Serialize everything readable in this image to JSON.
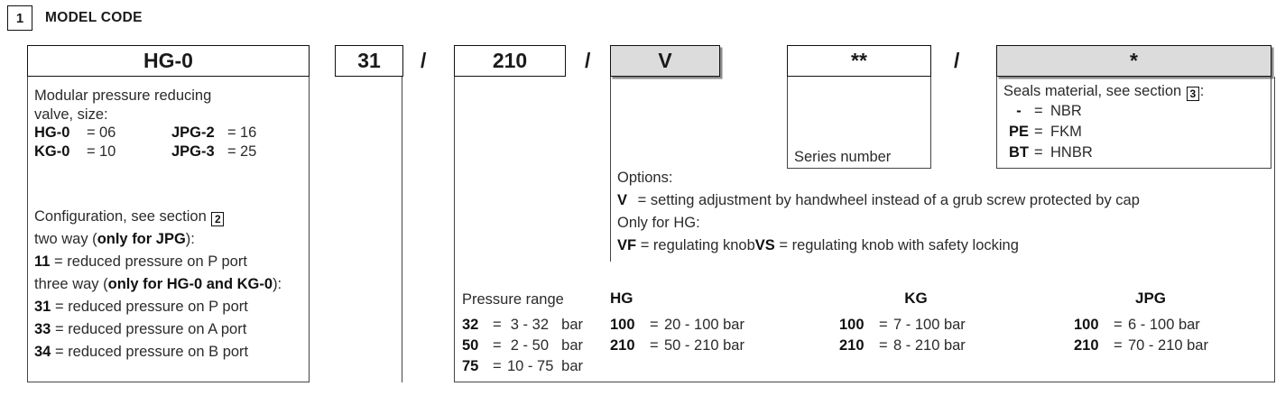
{
  "section": {
    "number": "1",
    "title": "MODEL CODE"
  },
  "colors": {
    "shade": "#dcdcdc",
    "line": "#444444",
    "text": "#2b2b2b"
  },
  "code_boxes": [
    {
      "name": "model",
      "value": "HG-0",
      "shaded": false
    },
    {
      "name": "configuration",
      "value": "31",
      "shaded": false
    },
    {
      "name": "pressure-range",
      "value": "210",
      "shaded": false
    },
    {
      "name": "options",
      "value": "V",
      "shaded": true
    },
    {
      "name": "series-number",
      "value": "**",
      "shaded": false
    },
    {
      "name": "seals-material",
      "value": "*",
      "shaded": true
    }
  ],
  "separators": {
    "slash": "/"
  },
  "model": {
    "description_line1": "Modular pressure reducing",
    "description_line2": "valve, size:",
    "sizes": [
      {
        "code": "HG-0",
        "eq": "=",
        "value": "06",
        "code2": "JPG-2",
        "eq2": "=",
        "value2": "16"
      },
      {
        "code": "KG-0",
        "eq": "=",
        "value": "10",
        "code2": "JPG-3",
        "eq2": "=",
        "value2": "25"
      }
    ]
  },
  "configuration": {
    "heading_pre": "Configuration, see section",
    "heading_ref": "2",
    "two_way_label_pre": "two way (",
    "two_way_label_bold": "only for JPG",
    "two_way_label_post": "):",
    "two_way_items": [
      {
        "code": "11",
        "eq": "=",
        "text": "reduced pressure on P port"
      }
    ],
    "three_way_label_pre": "three way (",
    "three_way_label_bold": "only for HG-0 and KG-0",
    "three_way_label_post": "):",
    "three_way_items": [
      {
        "code": "31",
        "eq": "=",
        "text": "reduced pressure on P port"
      },
      {
        "code": "33",
        "eq": "=",
        "text": "reduced pressure on A port"
      },
      {
        "code": "34",
        "eq": "=",
        "text": "reduced pressure on B port"
      }
    ]
  },
  "options": {
    "heading": "Options:",
    "items": [
      {
        "code": "V",
        "eq": "=",
        "text": "setting adjustment by handwheel instead of a grub screw protected by cap"
      }
    ],
    "only_for": "Only for HG:",
    "knob_code1": "VF",
    "knob_eq1": "= regulating knob",
    "knob_code2": "VS",
    "knob_eq2": "= regulating knob with safety locking"
  },
  "series": {
    "label": "Series number"
  },
  "seals": {
    "heading_pre": "Seals material, see section",
    "heading_ref": "3",
    "heading_post": ":",
    "items": [
      {
        "code": "-",
        "eq": "=",
        "text": "NBR"
      },
      {
        "code": "PE",
        "eq": "=",
        "text": "FKM"
      },
      {
        "code": "BT",
        "eq": "=",
        "text": "HNBR"
      }
    ]
  },
  "pressure": {
    "label": "Pressure range",
    "columns": [
      {
        "head": "HG",
        "left": [
          {
            "code": "32",
            "eq": "=",
            "range": "3 - 32",
            "unit": "bar"
          },
          {
            "code": "50",
            "eq": "=",
            "range": "2 - 50",
            "unit": "bar"
          },
          {
            "code": "75",
            "eq": "=",
            "range": "10 - 75",
            "unit": "bar"
          }
        ],
        "right": [
          {
            "code": "100",
            "eq": "=",
            "range": "20 - 100 bar"
          },
          {
            "code": "210",
            "eq": "=",
            "range": "50 - 210 bar"
          }
        ]
      },
      {
        "head": "KG",
        "right": [
          {
            "code": "100",
            "eq": "=",
            "range": "7 - 100 bar"
          },
          {
            "code": "210",
            "eq": "=",
            "range": "8 - 210 bar"
          }
        ]
      },
      {
        "head": "JPG",
        "right": [
          {
            "code": "100",
            "eq": "=",
            "range": "6 - 100 bar"
          },
          {
            "code": "210",
            "eq": "=",
            "range": "70 - 210 bar"
          }
        ]
      }
    ]
  }
}
